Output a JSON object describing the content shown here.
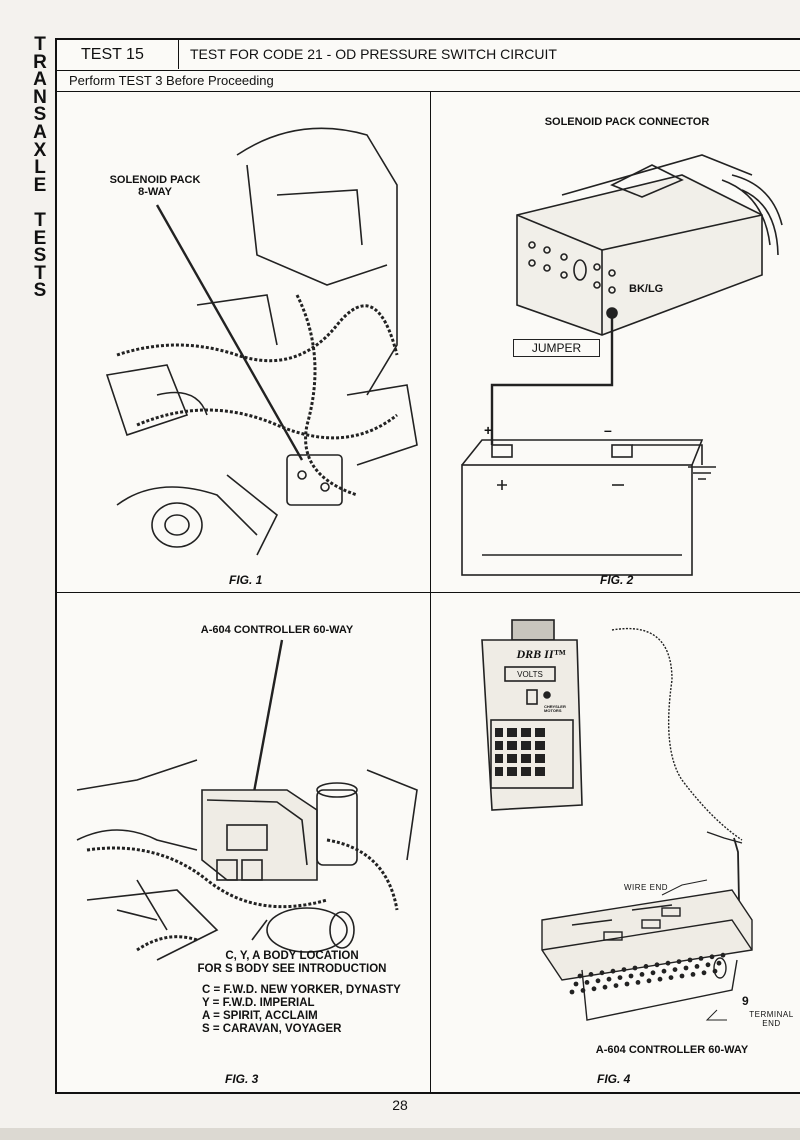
{
  "sidebar": {
    "letters": [
      "T",
      "R",
      "A",
      "N",
      "S",
      "A",
      "X",
      "L",
      "E",
      "",
      "T",
      "E",
      "S",
      "T",
      "S"
    ]
  },
  "header": {
    "test_number": "TEST 15",
    "test_title": "TEST FOR CODE 21 - OD PRESSURE SWITCH CIRCUIT",
    "prerequisite": "Perform TEST 3 Before Proceeding"
  },
  "fig1": {
    "caption": "FIG. 1",
    "callout_line1": "SOLENOID PACK",
    "callout_line2": "8-WAY"
  },
  "fig2": {
    "caption": "FIG. 2",
    "title": "SOLENOID PACK CONNECTOR",
    "wire_label": "BK/LG",
    "jumper_label": "JUMPER",
    "plus": "+",
    "minus": "–"
  },
  "fig3": {
    "caption": "FIG. 3",
    "title": "A-604 CONTROLLER 60-WAY",
    "location_line1": "C, Y, A BODY LOCATION",
    "location_line2": "FOR S BODY SEE INTRODUCTION",
    "legend": [
      "C = F.W.D. NEW YORKER, DYNASTY",
      "Y = F.W.D. IMPERIAL",
      "A = SPIRIT, ACCLAIM",
      "S = CARAVAN, VOYAGER"
    ]
  },
  "fig4": {
    "caption": "FIG. 4",
    "tool_name": "DRB II™",
    "display": "VOLTS",
    "brand": "CHRYSLER MOTORS",
    "wire_end": "WIRE END",
    "terminal_end": "TERMINAL END",
    "pin": "9",
    "connector_label": "A-604 CONTROLLER 60-WAY"
  },
  "page_number": "28"
}
